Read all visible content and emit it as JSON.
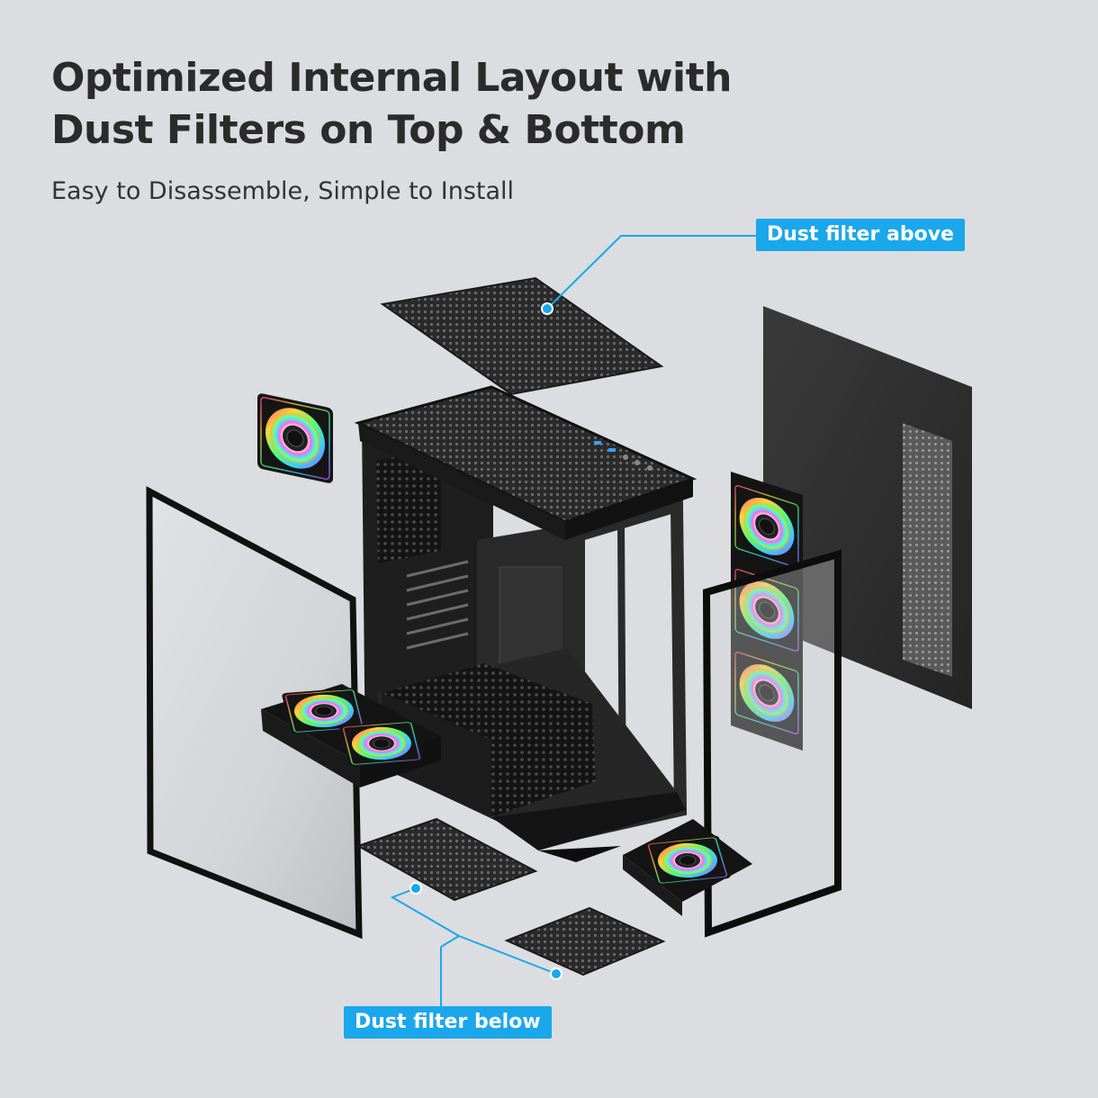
{
  "heading": {
    "line1": "Optimized Internal Layout with",
    "line2": "Dust Filters on Top & Bottom"
  },
  "subheading": "Easy to Disassemble, Simple to Install",
  "callouts": {
    "above": "Dust filter above",
    "below": "Dust filter below"
  },
  "colors": {
    "background": "#dcdde0",
    "accent": "#1aa7ec",
    "case": "#1b1b1b",
    "text": "#2b2b2b"
  }
}
